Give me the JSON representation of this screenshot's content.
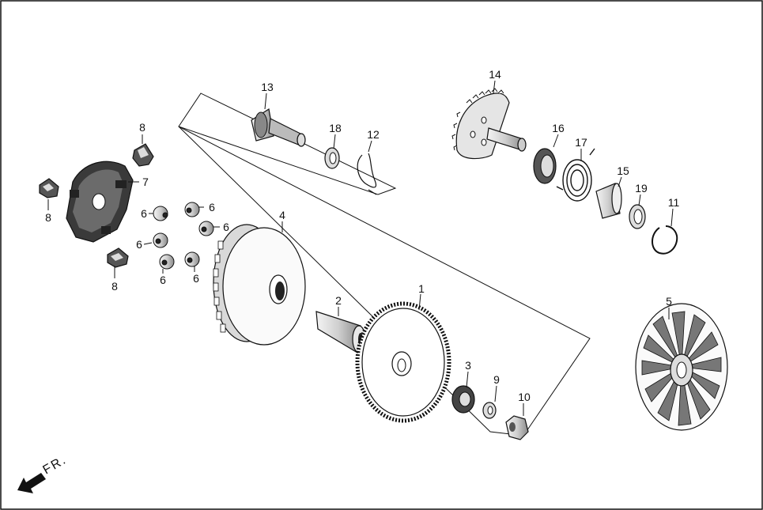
{
  "direction_label": "FR.",
  "callouts": [
    {
      "id": "1",
      "text": "1"
    },
    {
      "id": "2",
      "text": "2"
    },
    {
      "id": "3",
      "text": "3"
    },
    {
      "id": "4",
      "text": "4"
    },
    {
      "id": "5",
      "text": "5"
    },
    {
      "id": "6a",
      "text": "6"
    },
    {
      "id": "6b",
      "text": "6"
    },
    {
      "id": "6c",
      "text": "6"
    },
    {
      "id": "6d",
      "text": "6"
    },
    {
      "id": "6e",
      "text": "6"
    },
    {
      "id": "6f",
      "text": "6"
    },
    {
      "id": "7",
      "text": "7"
    },
    {
      "id": "8a",
      "text": "8"
    },
    {
      "id": "8b",
      "text": "8"
    },
    {
      "id": "8c",
      "text": "8"
    },
    {
      "id": "9",
      "text": "9"
    },
    {
      "id": "10",
      "text": "10"
    },
    {
      "id": "11",
      "text": "11"
    },
    {
      "id": "12",
      "text": "12"
    },
    {
      "id": "13",
      "text": "13"
    },
    {
      "id": "14",
      "text": "14"
    },
    {
      "id": "15",
      "text": "15"
    },
    {
      "id": "16",
      "text": "16"
    },
    {
      "id": "17",
      "text": "17"
    },
    {
      "id": "18",
      "text": "18"
    },
    {
      "id": "19",
      "text": "19"
    }
  ]
}
